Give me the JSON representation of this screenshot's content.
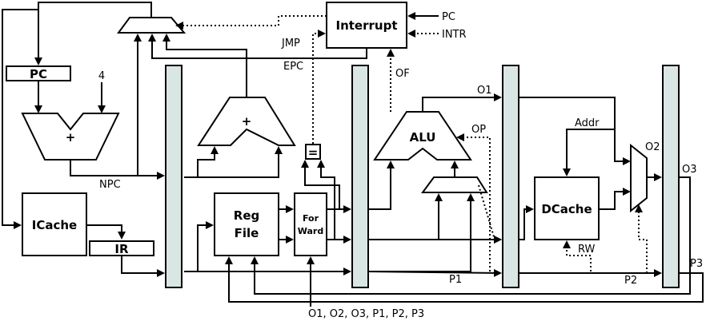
{
  "blocks": {
    "interrupt": "Interrupt",
    "pc": "PC",
    "icache": "ICache",
    "ir": "IR",
    "regfile_line1": "Reg",
    "regfile_line2": "File",
    "forward_line1": "For",
    "forward_line2": "Ward",
    "alu": "ALU",
    "dcache": "DCache",
    "eq": "=",
    "const_four": "4",
    "adder1_plus": "+",
    "adder2_plus": "+"
  },
  "signals": {
    "pc_in": "PC",
    "intr_in": "INTR",
    "jmp": "JMP",
    "epc": "EPC",
    "of": "OF",
    "npc": "NPC",
    "o1": "O1",
    "op": "OP",
    "addr": "Addr",
    "o2": "O2",
    "o3": "O3",
    "rw": "RW",
    "p1": "P1",
    "p2": "P2",
    "p3": "P3",
    "bypass_list": "O1, O2, O3, P1, P2, P3"
  }
}
